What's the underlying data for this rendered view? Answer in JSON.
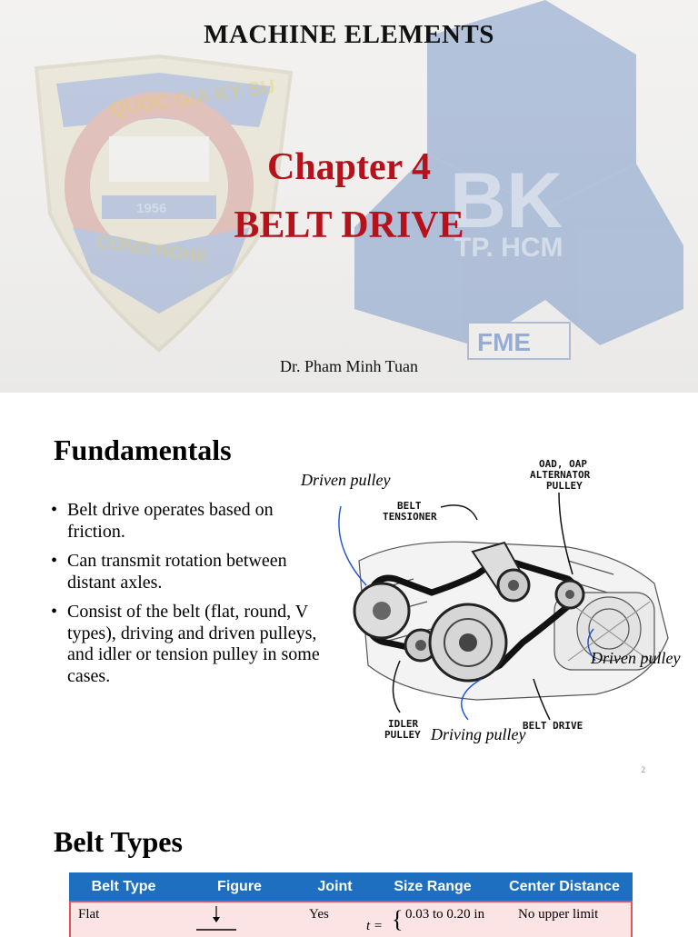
{
  "slide1": {
    "header": "MACHINE ELEMENTS",
    "chapter": "Chapter 4",
    "title": "BELT DRIVE",
    "author": "Dr. Pham Minh Tuan",
    "logo_left": {
      "top_text": "QUOC GIA KY SU",
      "year": "1956",
      "bottom_text": "CONG NGHE"
    },
    "logo_right": {
      "text": "BK",
      "subtext": "TP. HCM",
      "bottom_text": "FME"
    }
  },
  "slide2": {
    "heading": "Fundamentals",
    "bullet_char": "•",
    "bullets": [
      "Belt drive operates based on friction.",
      "Can transmit rotation between distant axles.",
      "Consist of the belt (flat, round, V types), driving and driven pulleys, and idler or tension pulley in some cases."
    ],
    "figure_labels": {
      "driven_top": "Driven pulley",
      "driven_right": "Driven pulley",
      "driving": "Driving pulley",
      "belt_tensioner": "BELT TENSIONER",
      "alternator": "OAD, OAP ALTERNATOR PULLEY",
      "idler": "IDLER PULLEY",
      "belt_drive": "BELT DRIVE"
    },
    "page_number": "2"
  },
  "slide3": {
    "heading": "Belt Types",
    "columns": [
      "Belt Type",
      "Figure",
      "Joint",
      "Size Range",
      "Center Distance"
    ],
    "row": {
      "type": "Flat",
      "joint": "Yes",
      "size_var": "t =",
      "size_range": "0.03 to 0.20 in",
      "center": "No upper limit"
    }
  },
  "colors": {
    "title_red": "#b5121b",
    "table_header": "#1f6fc0",
    "row_border": "#e05555",
    "arrow_blue": "#1a4fd8"
  }
}
